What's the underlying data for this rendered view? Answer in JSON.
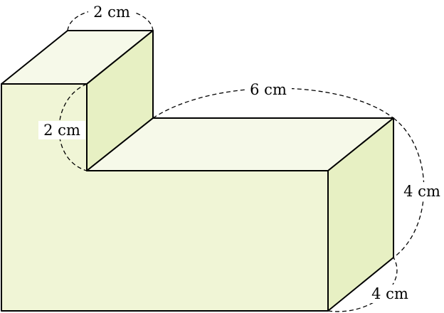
{
  "diagram": {
    "colors": {
      "front": "#f0f5d6",
      "top": "#f6f9e9",
      "side": "#e7f0c3",
      "edge": "#000000"
    },
    "dimensions": {
      "top_width": "2 cm",
      "upper_height": "2 cm",
      "length": "6 cm",
      "right_height": "4 cm",
      "depth": "4 cm"
    }
  }
}
